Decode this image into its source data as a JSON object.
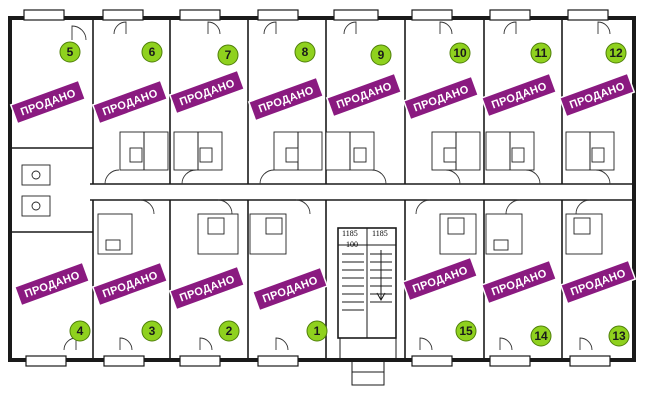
{
  "sold_label": "ПРОДАНО",
  "dimensions": {
    "left": "1185",
    "right": "1185",
    "lower": "100"
  },
  "colors": {
    "sold_banner": "#8a1a80",
    "badge": "#8fd11e",
    "wall": "#1a1a1a"
  },
  "apartments": [
    {
      "number": "5",
      "status": "sold"
    },
    {
      "number": "6",
      "status": "sold"
    },
    {
      "number": "7",
      "status": "sold"
    },
    {
      "number": "8",
      "status": "sold"
    },
    {
      "number": "9",
      "status": "sold"
    },
    {
      "number": "10",
      "status": "sold"
    },
    {
      "number": "11",
      "status": "sold"
    },
    {
      "number": "12",
      "status": "sold"
    },
    {
      "number": "4",
      "status": "sold"
    },
    {
      "number": "3",
      "status": "sold"
    },
    {
      "number": "2",
      "status": "sold"
    },
    {
      "number": "1",
      "status": "sold"
    },
    {
      "number": "15",
      "status": "sold"
    },
    {
      "number": "14",
      "status": "sold"
    },
    {
      "number": "13",
      "status": "sold"
    }
  ]
}
